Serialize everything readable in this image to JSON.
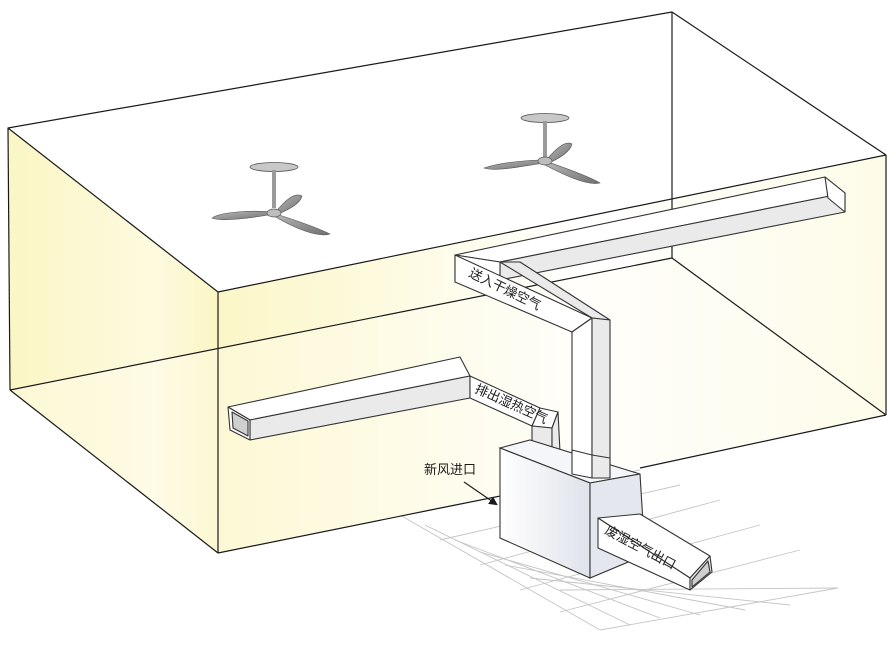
{
  "labels": {
    "supply_dry_air": "送入干燥空气",
    "exhaust_humid_hot_air": "排出湿热空气",
    "fresh_air_inlet": "新风进口",
    "waste_humid_air_outlet": "废湿空气出口"
  },
  "colors": {
    "wall_warm": "#fbf6c4",
    "wall_fade": "#ffffff",
    "grid": "#c4c4c4",
    "edge": "#1a1a1a",
    "fan_blade": "#8c8c8c"
  },
  "icons": {
    "ceiling_fan": "ceiling-fan-icon",
    "arrow": "arrow-icon"
  }
}
